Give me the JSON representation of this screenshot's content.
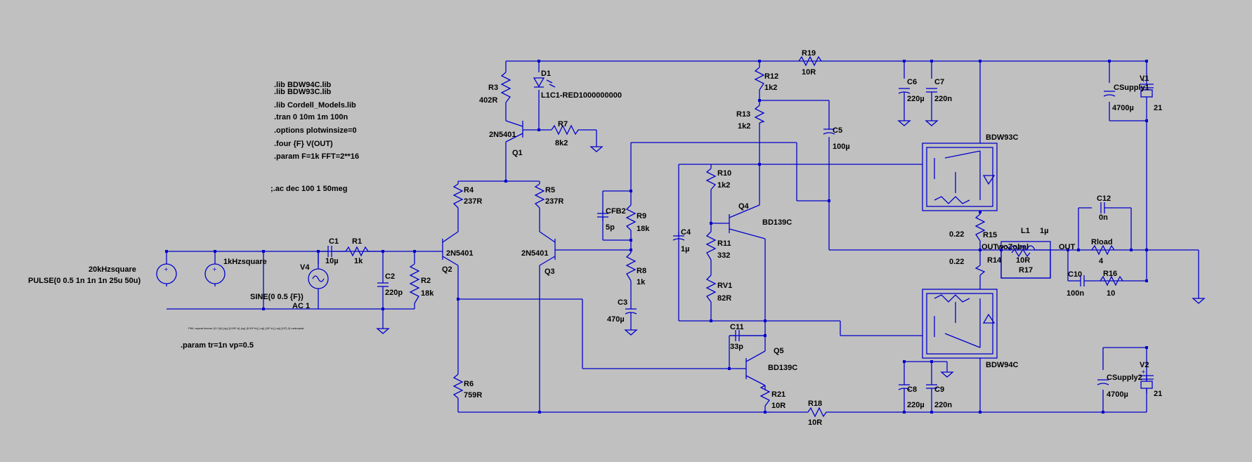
{
  "colors": {
    "background": "#c0c0c0",
    "wire": "#0000cc",
    "text": "#000000"
  },
  "directives": {
    "lib1": ".lib BDW94C.lib",
    "lib2": ".lib BDW93C.lib",
    "lib3": ".lib Cordell_Models.lib",
    "tran": ".tran 0 10m 1m 100n",
    "options": ".options plotwinsize=0",
    "four": ".four {F} V(OUT)",
    "param": ".param F=1k FFT=2**16",
    "ac": ";.ac dec 100 1 50meg",
    "param2": ".param tr=1n vp=0.5",
    "tiny": "PWL repeat forever (0 0 {tr} {vp} {0.5/F-tr} {vp} {0.5/F+tr} {-vp} {1/F-tr} {-vp} {1/F} 0) endrepeat"
  },
  "sources": {
    "pulse_name": "20kHzsquare",
    "pulse_value": "PULSE(0 0.5 1n 1n 1n 25u 50u)",
    "sq1k_name": "1kHzsquare",
    "v4_name": "V4",
    "v4_value": "SINE(0 0.5 {F})",
    "v4_ac": "AC 1",
    "v1_name": "V1",
    "v1_value": "21",
    "v2_name": "V2",
    "v2_value": "21"
  },
  "components": {
    "R1": "R1",
    "R1v": "1k",
    "R2": "R2",
    "R2v": "18k",
    "R3": "R3",
    "R3v": "402R",
    "R4": "R4",
    "R4v": "237R",
    "R5": "R5",
    "R5v": "237R",
    "R6": "R6",
    "R6v": "759R",
    "R7": "R7",
    "R7v": "8k2",
    "R8": "R8",
    "R8v": "1k",
    "R9": "R9",
    "R9v": "18k",
    "R10": "R10",
    "R10v": "1k2",
    "R11": "R11",
    "R11v": "332",
    "RV1": "RV1",
    "RV1v": "82R",
    "R12": "R12",
    "R12v": "1k2",
    "R13": "R13",
    "R13v": "1k2",
    "R14": "R14",
    "R14v": "0.22",
    "R15": "R15",
    "R15v": "0.22",
    "R16": "R16",
    "R16v": "10",
    "R17": "R17",
    "R17v": "10R",
    "R18": "R18",
    "R18v": "10R",
    "R19": "R19",
    "R19v": "10R",
    "R21": "R21",
    "R21v": "10R",
    "Rload": "Rload",
    "Rloadv": "4",
    "C1": "C1",
    "C1v": "10µ",
    "C2": "C2",
    "C2v": "220p",
    "C3": "C3",
    "C3v": "470µ",
    "C4": "C4",
    "C4v": "1µ",
    "C5": "C5",
    "C5v": "100µ",
    "C6": "C6",
    "C6v": "220µ",
    "C7": "C7",
    "C7v": "220n",
    "C8": "C8",
    "C8v": "220µ",
    "C9": "C9",
    "C9v": "220n",
    "C10": "C10",
    "C10v": "100n",
    "C11": "C11",
    "C11v": "33p",
    "C12": "C12",
    "C12v": "0n",
    "CFB2": "CFB2",
    "CFB2v": "5p",
    "CSupply1": "CSupply1",
    "CSupply1v": "4700µ",
    "CSupply2": "CSupply2",
    "CSupply2v": "4700µ",
    "L1": "L1",
    "L1v": "1µ",
    "D1": "D1",
    "D1v": "L1C1-RED1000000000",
    "Q1": "Q1",
    "Q1v": "2N5401",
    "Q2": "Q2",
    "Q2v": "2N5401",
    "Q3": "Q3",
    "Q3v": "2N5401",
    "Q4": "Q4",
    "Q4v": "BD139C",
    "Q5": "Q5",
    "Q5v": "BD139C",
    "QH": "BDW93C",
    "QL": "BDW94C"
  },
  "nets": {
    "out": "OUT",
    "outwozobel": "OUTwoZobel"
  }
}
